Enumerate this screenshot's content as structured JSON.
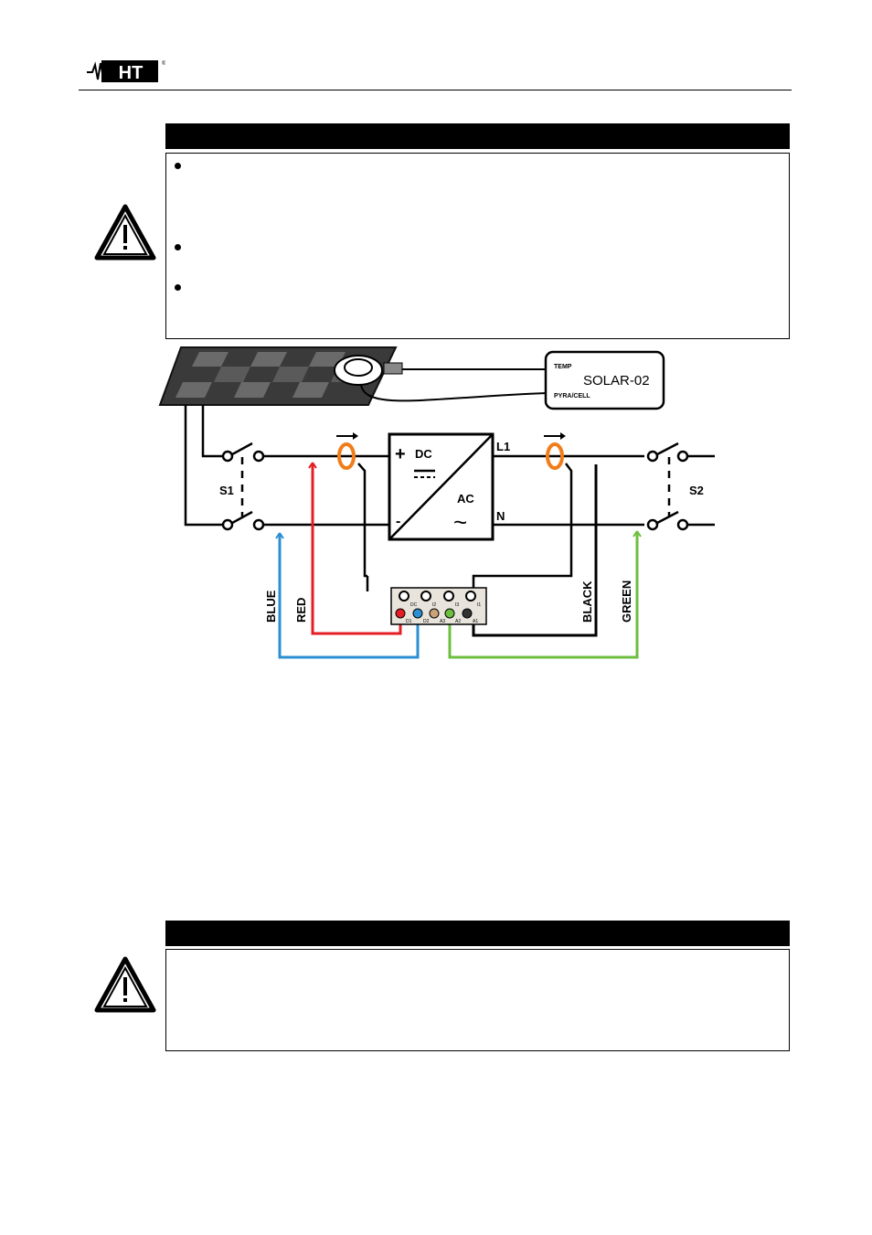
{
  "header": {
    "logo_text": "HT",
    "logo_mark": "®"
  },
  "warning_box_1": {
    "icon": "warning-triangle-icon",
    "bullet_count": 3
  },
  "diagram": {
    "module": {
      "name": "SOLAR-02",
      "port_top": "TEMP",
      "port_bottom": "PYRA/CELL"
    },
    "switch_left": "S1",
    "switch_right": "S2",
    "inverter": {
      "dc_label": "DC",
      "ac_label": "AC",
      "plus": "+",
      "minus": "-",
      "tilde": "~"
    },
    "line_l1": "L1",
    "line_n": "N",
    "wires": {
      "blue": "BLUE",
      "red": "RED",
      "black": "BLACK",
      "green": "GREEN"
    },
    "terminal_labels": [
      "DC",
      "I2",
      "I3",
      "I1"
    ],
    "terminal_bottom_labels": [
      "D1",
      "D2",
      "A3",
      "A2",
      "A1"
    ],
    "colors": {
      "red": "#e51e25",
      "blue": "#2b8fd1",
      "green": "#6cbf3f",
      "orange": "#f07d1a",
      "black": "#000000"
    }
  },
  "warning_box_2": {
    "icon": "warning-triangle-icon"
  }
}
